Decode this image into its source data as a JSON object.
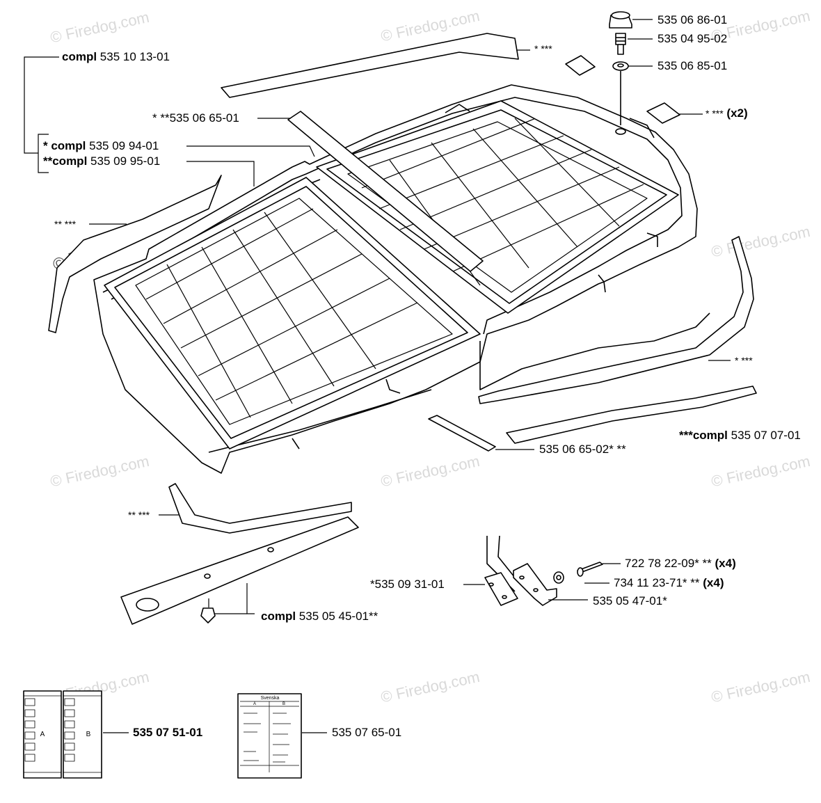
{
  "watermark": "© Firedog.com",
  "labels": {
    "l_compl_top_bold": "compl",
    "l_compl_top_num": "535 10 13-01",
    "l_star1": "* ***",
    "l_knob": "535 06 86-01",
    "l_screw": "535 04 95-02",
    "l_washer": "535 06 85-01",
    "l_strip_top": "* **535 06 65-01",
    "l_pad": "* ***",
    "l_pad_qty": "(x2)",
    "l_c1_bold": "* compl",
    "l_c1_num": "535 09 94-01",
    "l_c2_bold": "**compl",
    "l_c2_num": "535 09 95-01",
    "l_left_edge": "** ***",
    "l_right_edge": "* ***",
    "l_compl_right_bold": "***compl",
    "l_compl_right_num": "535 07 07-01",
    "l_strip_bottom": "535 06 65-02* **",
    "l_bottom_edge": "** ***",
    "l_pin": "722 78 22-09* **",
    "l_pin_qty": "(x4)",
    "l_rivet": "734 11 23-71* **",
    "l_rivet_qty": "(x4)",
    "l_plate": "*535 09 31-01",
    "l_bracket": "535 05 47-01*",
    "l_handle_bold": "compl",
    "l_handle_num": "535 05 45-01**",
    "l_decals": "535 07 51-01",
    "l_manual": "535 07 65-01"
  },
  "decals": {
    "a": "A",
    "b": "B"
  },
  "manual": {
    "heading": "Svenska",
    "col_a": "A",
    "col_b": "B"
  }
}
